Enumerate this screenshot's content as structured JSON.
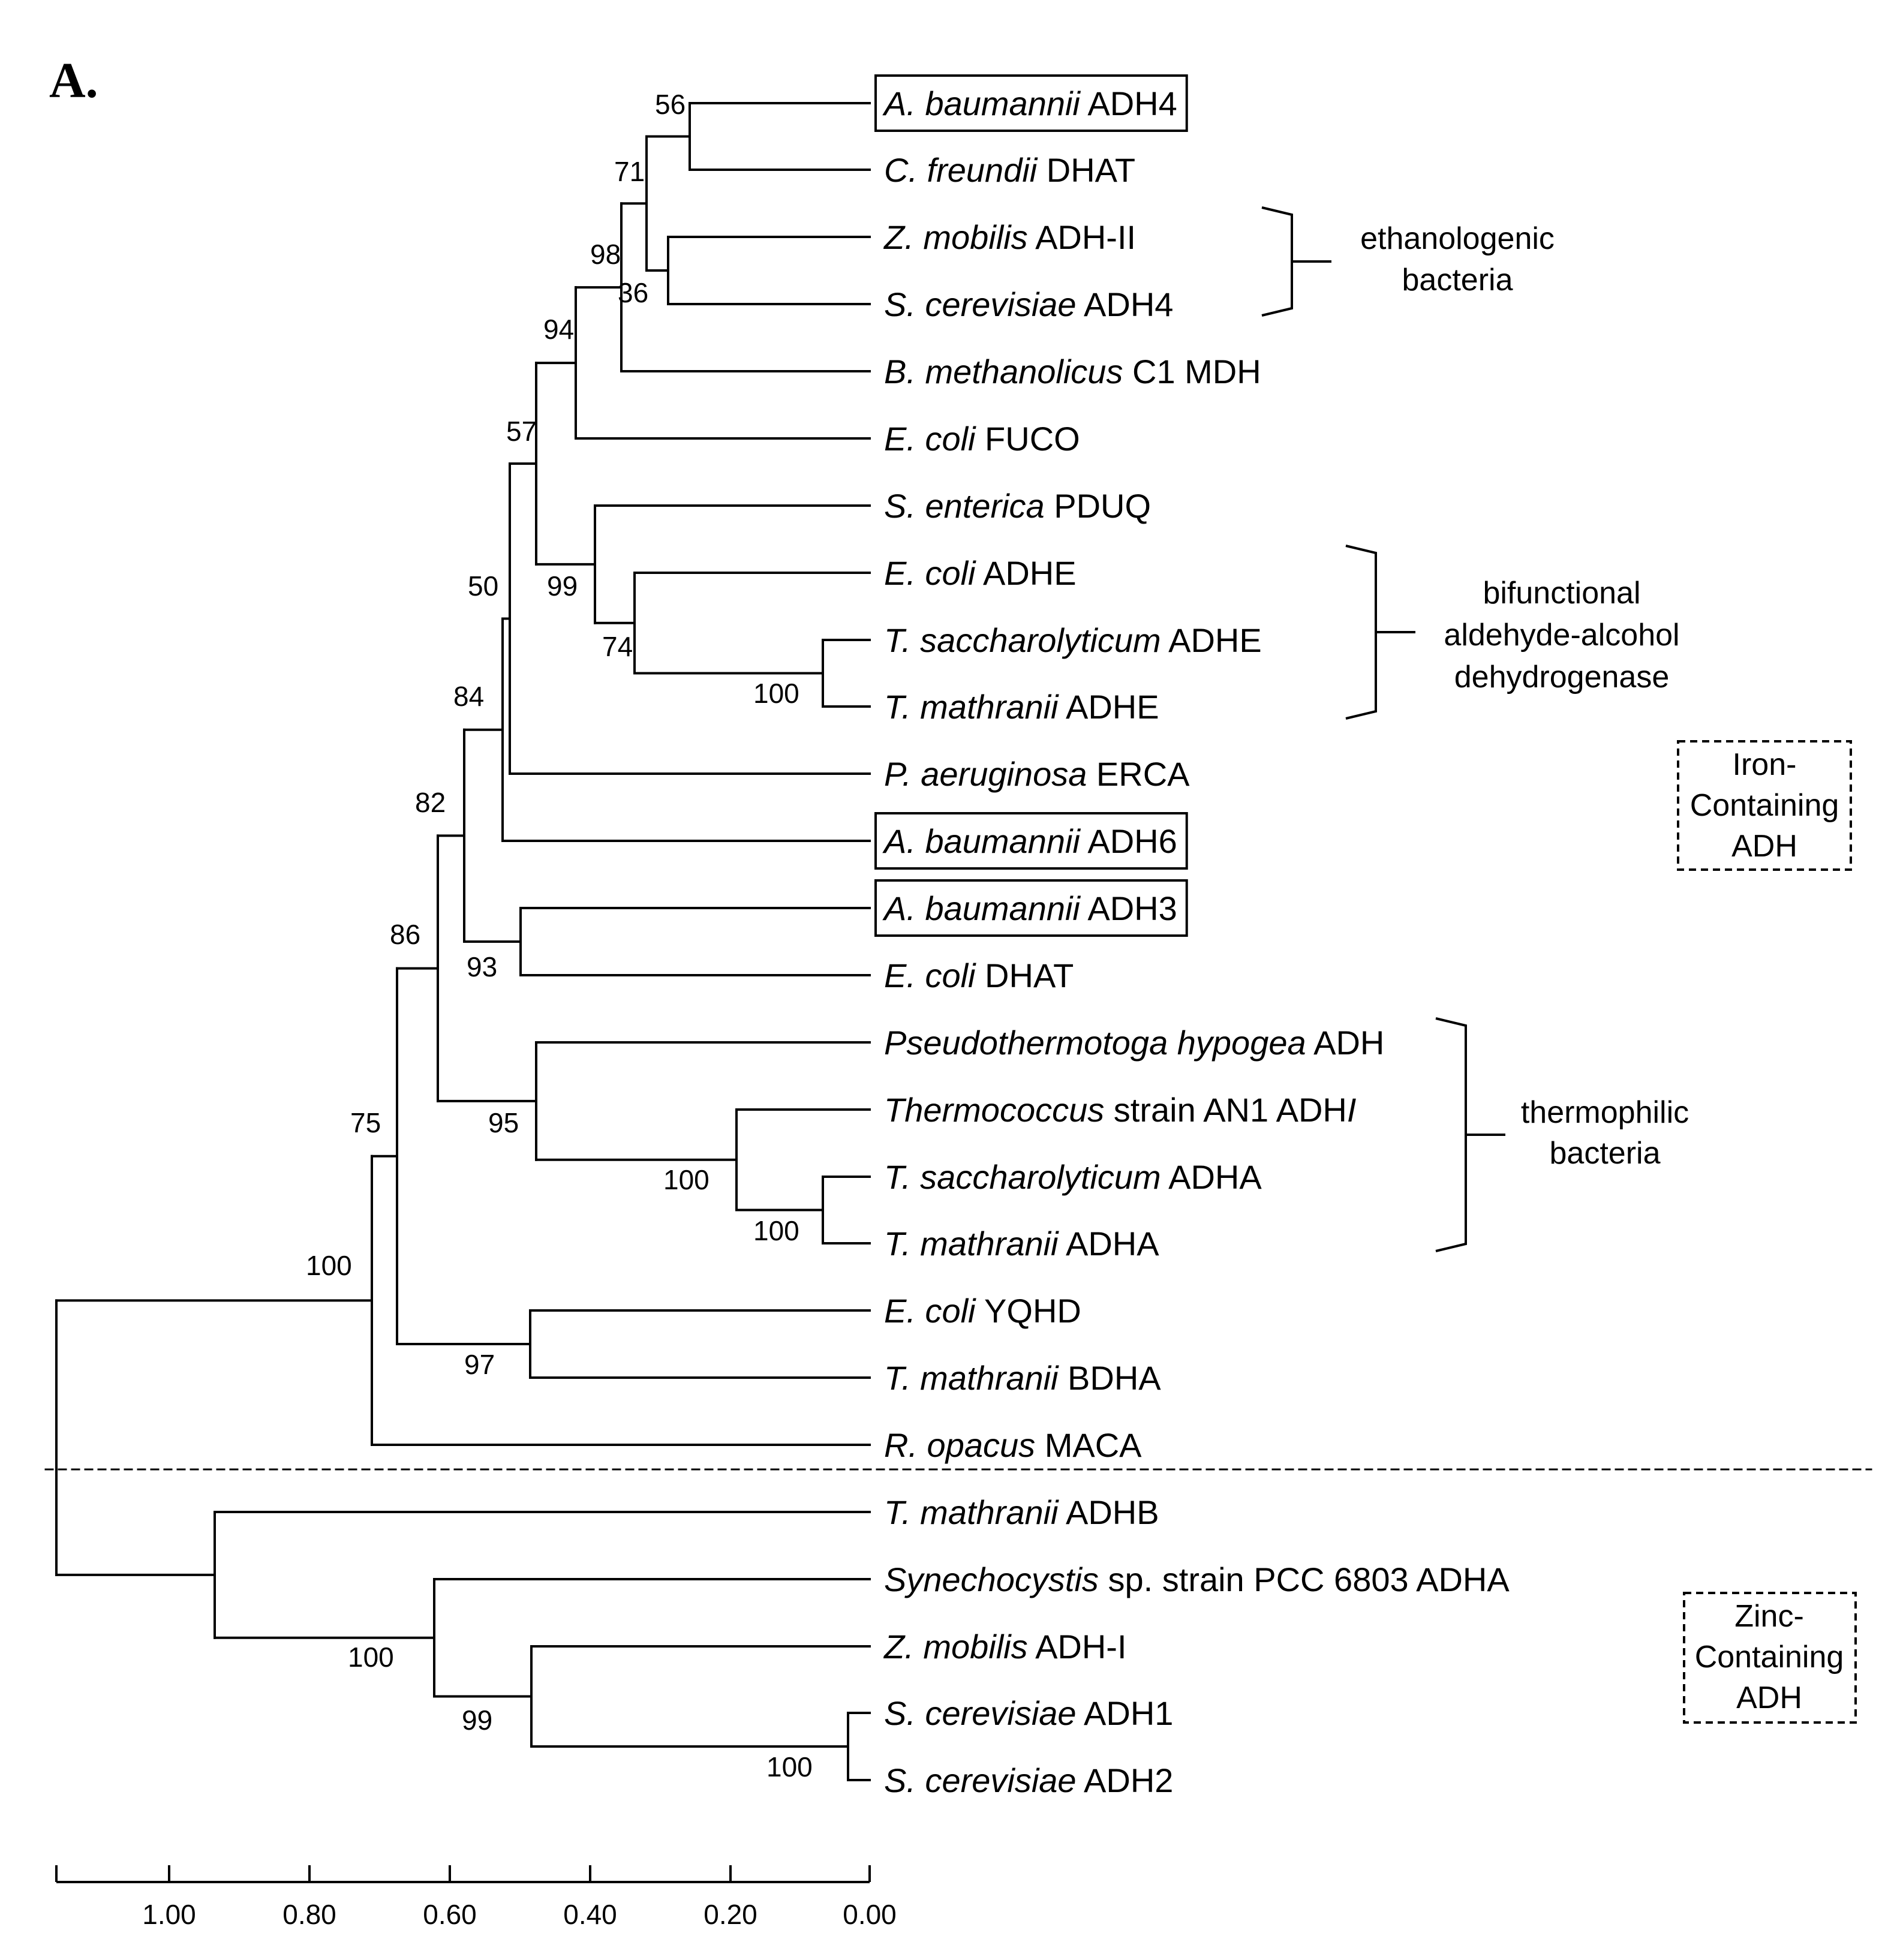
{
  "panel_label": "A.",
  "leaves": [
    {
      "italic": "A. baumannii",
      "rest": "ADH4",
      "boxed": true
    },
    {
      "italic": "C. freundii",
      "rest": "DHAT",
      "boxed": false
    },
    {
      "italic": "Z. mobilis",
      "rest": "ADH-II",
      "boxed": false
    },
    {
      "italic": "S. cerevisiae",
      "rest": "ADH4",
      "boxed": false
    },
    {
      "italic": "B. methanolicus",
      "rest": "C1 MDH",
      "boxed": false
    },
    {
      "italic": "E. coli",
      "rest": "FUCO",
      "boxed": false
    },
    {
      "italic": "S. enterica",
      "rest": "PDUQ",
      "boxed": false
    },
    {
      "italic": "E. coli",
      "rest": "ADHE",
      "boxed": false
    },
    {
      "italic": "T. saccharolyticum",
      "rest": "ADHE",
      "boxed": false
    },
    {
      "italic": "T. mathranii",
      "rest": "ADHE",
      "boxed": false
    },
    {
      "italic": "P. aeruginosa",
      "rest": "ERCA",
      "boxed": false
    },
    {
      "italic": "A. baumannii",
      "rest": "ADH6",
      "boxed": true
    },
    {
      "italic": "A. baumannii",
      "rest": "ADH3",
      "boxed": true
    },
    {
      "italic": "E. coli",
      "rest": "DHAT",
      "boxed": false
    },
    {
      "italic": "Pseudothermotoga hypogea",
      "rest": "ADH",
      "boxed": false
    },
    {
      "italic": "Thermococcus",
      "rest": "strain AN1 ADH",
      "suffix_italic": "I",
      "boxed": false
    },
    {
      "italic": "T. saccharolyticum",
      "rest": "ADHA",
      "boxed": false
    },
    {
      "italic": "T. mathranii",
      "rest": "ADHA",
      "boxed": false
    },
    {
      "italic": "E. coli",
      "rest": "YQHD",
      "boxed": false
    },
    {
      "italic": "T. mathranii",
      "rest": "BDHA",
      "boxed": false
    },
    {
      "italic": "R. opacus",
      "rest": "MACA",
      "boxed": false
    },
    {
      "italic": "T. mathranii",
      "rest": "ADHB",
      "boxed": false
    },
    {
      "italic": "Synechocystis",
      "rest": "sp. strain PCC 6803 ADHA",
      "boxed": false
    },
    {
      "italic": "Z. mobilis",
      "rest": "ADH-I",
      "boxed": false
    },
    {
      "italic": "S. cerevisiae",
      "rest": "ADH1",
      "boxed": false
    },
    {
      "italic": "S. cerevisiae",
      "rest": "ADH2",
      "boxed": false
    }
  ],
  "bootstrap_values": [
    "56",
    "71",
    "36",
    "98",
    "94",
    "57",
    "74",
    "99",
    "100",
    "50",
    "84",
    "93",
    "82",
    "100",
    "100",
    "95",
    "86",
    "97",
    "75",
    "100",
    "100",
    "99",
    "100"
  ],
  "groups": [
    {
      "lines": [
        "ethanologenic",
        "bacteria"
      ]
    },
    {
      "lines": [
        "bifunctional",
        "aldehyde-alcohol",
        "dehydrogenase"
      ]
    },
    {
      "lines": [
        "thermophilic",
        "bacteria"
      ]
    }
  ],
  "family_boxes": [
    {
      "lines": [
        "Iron-",
        "Containing",
        "ADH"
      ]
    },
    {
      "lines": [
        "Zinc-",
        "Containing",
        "ADH"
      ]
    }
  ],
  "scale_ticks": [
    "1.00",
    "0.80",
    "0.60",
    "0.40",
    "0.20",
    "0.00"
  ],
  "colors": {
    "ink": "#000000",
    "background": "#ffffff"
  }
}
